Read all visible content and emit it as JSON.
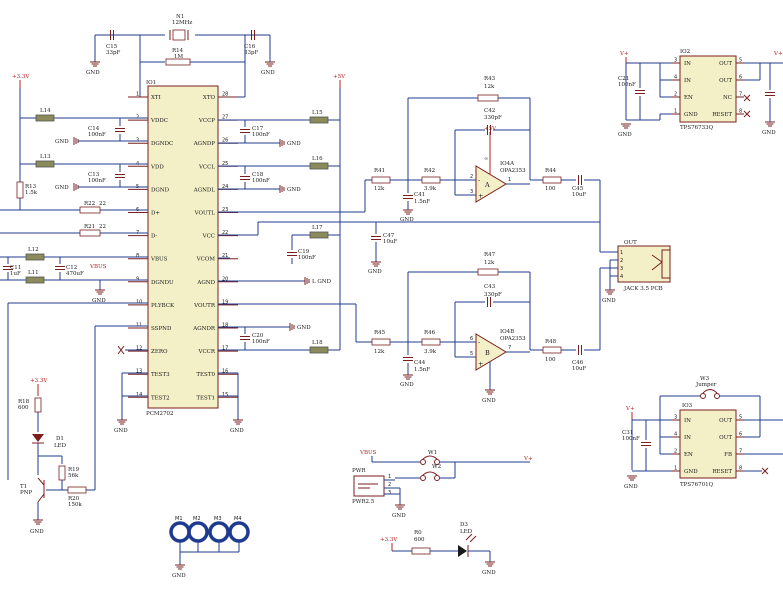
{
  "components": {
    "n1": {
      "ref": "N1",
      "value": "12MHz"
    },
    "c15": {
      "ref": "C15",
      "value": "33pF"
    },
    "c16": {
      "ref": "C16",
      "value": "33pF"
    },
    "r14": {
      "ref": "R14",
      "value": "1M"
    },
    "io1": {
      "ref": "IO1",
      "value": "PCM2702"
    },
    "l14": {
      "ref": "L14"
    },
    "l13": {
      "ref": "L13"
    },
    "l12": {
      "ref": "L12"
    },
    "l11": {
      "ref": "L11"
    },
    "l15": {
      "ref": "L15"
    },
    "l16": {
      "ref": "L16"
    },
    "l17": {
      "ref": "L17"
    },
    "l18": {
      "ref": "L18"
    },
    "c14": {
      "ref": "C14",
      "value": "100nF"
    },
    "c13": {
      "ref": "C13",
      "value": "100nF"
    },
    "c17": {
      "ref": "C17",
      "value": "100nF"
    },
    "c18": {
      "ref": "C18",
      "value": "100nF"
    },
    "c19": {
      "ref": "C19",
      "value": "100nF"
    },
    "c20": {
      "ref": "C20",
      "value": "100nF"
    },
    "c11": {
      "ref": "C11",
      "value": "1uF"
    },
    "c12": {
      "ref": "C12",
      "value": "470uF"
    },
    "r13": {
      "ref": "R13",
      "value": "1.5k"
    },
    "r22": {
      "ref": "R22",
      "value": "22"
    },
    "r21": {
      "ref": "R21",
      "value": "22"
    },
    "r18": {
      "ref": "R18",
      "value": "600"
    },
    "d1": {
      "ref": "D1",
      "value": "LED"
    },
    "r19": {
      "ref": "R19",
      "value": "56k"
    },
    "r20": {
      "ref": "R20",
      "value": "150k"
    },
    "t1": {
      "ref": "T1",
      "value": "PNP"
    },
    "r41": {
      "ref": "R41",
      "value": "12k"
    },
    "r42": {
      "ref": "R42",
      "value": "3.9k"
    },
    "r43": {
      "ref": "R43",
      "value": "12k"
    },
    "c42": {
      "ref": "C42",
      "value": "330pF"
    },
    "c41": {
      "ref": "C41",
      "value": "1.5nF"
    },
    "io4a": {
      "ref": "IO4A",
      "value": "OPA2353"
    },
    "r44": {
      "ref": "R44",
      "value": "100"
    },
    "c45": {
      "ref": "C45",
      "value": "10uF"
    },
    "c47": {
      "ref": "C47",
      "value": "10uF"
    },
    "r47": {
      "ref": "R47",
      "value": "12k"
    },
    "c43": {
      "ref": "C43",
      "value": "330pF"
    },
    "r45": {
      "ref": "R45",
      "value": "12k"
    },
    "r46": {
      "ref": "R46",
      "value": "3.9k"
    },
    "c44": {
      "ref": "C44",
      "value": "1.5nF"
    },
    "io4b": {
      "ref": "IO4B",
      "value": "OPA2353"
    },
    "r48": {
      "ref": "R48",
      "value": "100"
    },
    "c46": {
      "ref": "C46",
      "value": "10uF"
    },
    "jack": {
      "ref": "OUT",
      "value": "JACK 3.5 PCB"
    },
    "io2": {
      "ref": "IO2",
      "value": "TPS76733Q"
    },
    "c21": {
      "ref": "C21",
      "value": "100nF"
    },
    "io3": {
      "ref": "IO3",
      "value": "TPS76701Q"
    },
    "c31": {
      "ref": "C31",
      "value": "100nF"
    },
    "w3": {
      "ref": "W3",
      "value": "Jumper"
    },
    "w1": {
      "ref": "W1"
    },
    "w2": {
      "ref": "W2"
    },
    "pwr": {
      "ref": "PWR",
      "value": "PWR2.5"
    },
    "r0": {
      "ref": "R0",
      "value": "600"
    },
    "d3": {
      "ref": "D3",
      "value": "LED"
    },
    "holes": [
      "M1",
      "M2",
      "M3",
      "M4"
    ]
  },
  "pcm2702_pins_left": [
    {
      "num": "1",
      "name": "XTI"
    },
    {
      "num": "2",
      "name": "VDDC"
    },
    {
      "num": "3",
      "name": "DGNDC"
    },
    {
      "num": "4",
      "name": "VDD"
    },
    {
      "num": "5",
      "name": "DGND"
    },
    {
      "num": "6",
      "name": "D+"
    },
    {
      "num": "7",
      "name": "D-"
    },
    {
      "num": "8",
      "name": "VBUS"
    },
    {
      "num": "9",
      "name": "DGNDU"
    },
    {
      "num": "10",
      "name": "PLYBCK"
    },
    {
      "num": "11",
      "name": "SSPND"
    },
    {
      "num": "12",
      "name": "ZERO"
    },
    {
      "num": "13",
      "name": "TEST3"
    },
    {
      "num": "14",
      "name": "TEST2"
    }
  ],
  "pcm2702_pins_right": [
    {
      "num": "28",
      "name": "XTO"
    },
    {
      "num": "27",
      "name": "VCCP"
    },
    {
      "num": "26",
      "name": "AGNDP"
    },
    {
      "num": "25",
      "name": "VCCL"
    },
    {
      "num": "24",
      "name": "AGNDL"
    },
    {
      "num": "23",
      "name": "VOUTL"
    },
    {
      "num": "22",
      "name": "VCC"
    },
    {
      "num": "21",
      "name": "VCOM"
    },
    {
      "num": "20",
      "name": "AGND"
    },
    {
      "num": "19",
      "name": "VOUTR"
    },
    {
      "num": "18",
      "name": "AGNDR"
    },
    {
      "num": "17",
      "name": "VCCR"
    },
    {
      "num": "16",
      "name": "TEST0"
    },
    {
      "num": "15",
      "name": "TEST1"
    }
  ],
  "regulator_pins": {
    "left": [
      {
        "num": "3",
        "name": "IN"
      },
      {
        "num": "4",
        "name": "IN"
      },
      {
        "num": "2",
        "name": "EN"
      },
      {
        "num": "1",
        "name": "GND"
      }
    ],
    "right_io2": [
      {
        "num": "5",
        "name": "OUT"
      },
      {
        "num": "6",
        "name": "OUT"
      },
      {
        "num": "7",
        "name": "NC"
      },
      {
        "num": "8",
        "name": "RESET"
      }
    ],
    "right_io3": [
      {
        "num": "5",
        "name": "OUT"
      },
      {
        "num": "6",
        "name": "OUT"
      },
      {
        "num": "7",
        "name": "FB"
      },
      {
        "num": "8",
        "name": "RESET"
      }
    ]
  },
  "nets": {
    "gnd": "GND",
    "v33": "+3.3V",
    "v5": "+5V",
    "vplus": "V+",
    "vbus": "VBUS",
    "lgnd": "L GND"
  },
  "op_labels": {
    "a": "A",
    "b": "B",
    "inf": "∞"
  }
}
